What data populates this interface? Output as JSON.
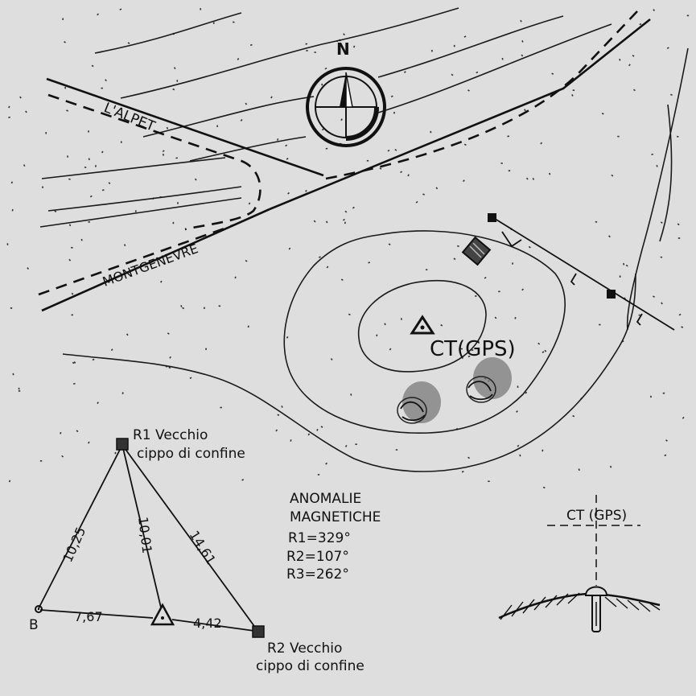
{
  "map": {
    "north_label": "N",
    "road_upper_label": "L'ALPET",
    "road_lower_label": "MONTGENEVRE",
    "station_label": "CT(GPS)"
  },
  "triangulation": {
    "r1_line1": "R1 Vecchio",
    "r1_line2": "cippo di confine",
    "r2_line1": "R2 Vecchio",
    "r2_line2": "cippo di confine",
    "base_label": "B",
    "dist_b_r1": "10,25",
    "dist_ct_r1": "10,01",
    "dist_r2_r1": "14,61",
    "dist_b_ct": "7,67",
    "dist_ct_r2": "4,42"
  },
  "anomalies": {
    "title_line1": "ANOMALIE",
    "title_line2": "MAGNETICHE",
    "r1": "R1=329°",
    "r2": "R2=107°",
    "r3": "R3=262°"
  },
  "section": {
    "label": "CT (GPS)"
  },
  "colors": {
    "paper": "#dedede",
    "ink": "#111111",
    "shrub": "#6e6e6e"
  }
}
